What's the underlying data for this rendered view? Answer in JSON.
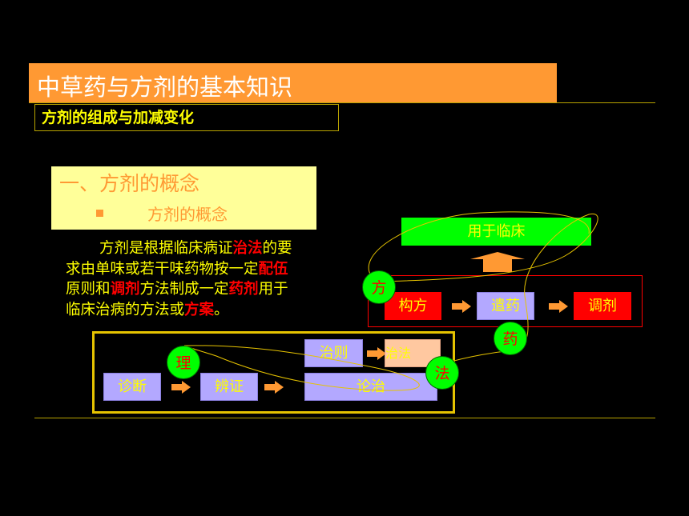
{
  "header": {
    "title": "中草药与方剂的基本知识",
    "subtitle": "方剂的组成与加减变化"
  },
  "concept": {
    "heading": "一、方剂的概念",
    "subheading": "方剂的概念"
  },
  "definition": [
    [
      {
        "t": "方剂是根据临床病证",
        "hl": false
      },
      {
        "t": "治法",
        "hl": true
      },
      {
        "t": "的要",
        "hl": false
      }
    ],
    [
      {
        "t": "求由单味或若干味药物按一定",
        "hl": false
      },
      {
        "t": "配伍",
        "hl": true
      }
    ],
    [
      {
        "t": "原则和",
        "hl": false
      },
      {
        "t": "调剂",
        "hl": true
      },
      {
        "t": "方法制成一定",
        "hl": false
      },
      {
        "t": "药剂",
        "hl": true
      },
      {
        "t": "用于",
        "hl": false
      }
    ],
    [
      {
        "t": "临床治病的方法或",
        "hl": false
      },
      {
        "t": "方案",
        "hl": true
      },
      {
        "t": "。",
        "hl": false
      }
    ]
  ],
  "flow": {
    "zhenduan": "诊断",
    "bianzheng": "辨证",
    "zhize": "治则",
    "zhifa": "治法",
    "lunzhi": "论治"
  },
  "prescription": {
    "clinic": "用于临床",
    "goufang": "构方",
    "qianyao": "遣药",
    "tiaoji": "调剂"
  },
  "circles": {
    "li": "理",
    "fa": "法",
    "fang": "方",
    "yao": "药"
  },
  "colors": {
    "background": "#000000",
    "title_bar": "#ff9933",
    "text_yellow": "#ffff00",
    "highlight_red": "#ff0000",
    "box_lavender": "#b3a8ff",
    "box_green": "#00ff00",
    "box_red": "#ff0000",
    "arrow_orange": "#ff9933"
  }
}
